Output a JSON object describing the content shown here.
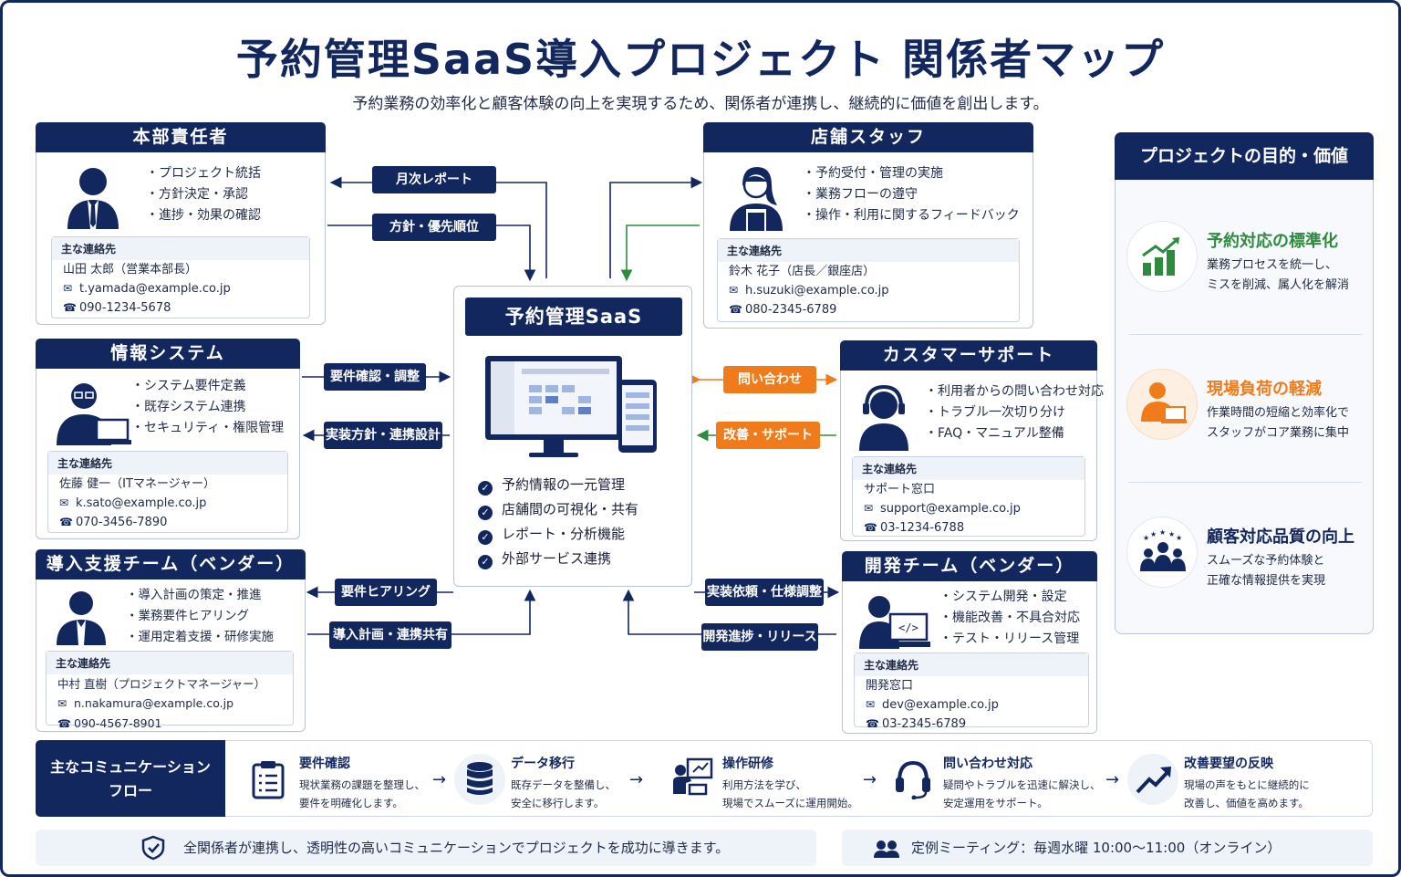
{
  "title": "予約管理SaaS導入プロジェクト 関係者マップ",
  "subtitle": "予約業務の効率化と顧客体験の向上を実現するため、関係者が連携し、継続的に価値を創出します。",
  "contact_heading": "主な連絡先",
  "stakeholders": {
    "hq": {
      "name": "本部責任者",
      "duties": [
        "プロジェクト統括",
        "方針決定・承認",
        "進捗・効果の確認"
      ],
      "contact_name": "山田 太郎（営業本部長）",
      "email": "t.yamada@example.co.jp",
      "phone": "090-1234-5678"
    },
    "store": {
      "name": "店舗スタッフ",
      "duties": [
        "予約受付・管理の実施",
        "業務フローの遵守",
        "操作・利用に関するフィードバック"
      ],
      "contact_name": "鈴木 花子（店長／銀座店）",
      "email": "h.suzuki@example.co.jp",
      "phone": "080-2345-6789"
    },
    "it": {
      "name": "情報システム",
      "duties": [
        "システム要件定義",
        "既存システム連携",
        "セキュリティ・権限管理"
      ],
      "contact_name": "佐藤 健一（ITマネージャー）",
      "email": "k.sato@example.co.jp",
      "phone": "070-3456-7890"
    },
    "support": {
      "name": "カスタマーサポート",
      "duties": [
        "利用者からの問い合わせ対応",
        "トラブル一次切り分け",
        "FAQ・マニュアル整備"
      ],
      "contact_name": "サポート窓口",
      "email": "support@example.co.jp",
      "phone": "03-1234-6788"
    },
    "vendor": {
      "name": "導入支援チーム（ベンダー）",
      "duties": [
        "導入計画の策定・推進",
        "業務要件ヒアリング",
        "運用定着支援・研修実施"
      ],
      "contact_name": "中村 直樹（プロジェクトマネージャー）",
      "email": "n.nakamura@example.co.jp",
      "phone": "090-4567-8901"
    },
    "dev": {
      "name": "開発チーム（ベンダー）",
      "duties": [
        "システム開発・設定",
        "機能改善・不具合対応",
        "テスト・リリース管理"
      ],
      "contact_name": "開発窓口",
      "email": "dev@example.co.jp",
      "phone": "03-2345-6789"
    }
  },
  "links": {
    "monthly_report": "月次レポート",
    "policy_priority": "方針・優先順位",
    "req_confirm": "要件確認・調整",
    "impl_policy": "実装方針・連携設計",
    "inquiry": "問い合わせ",
    "improve_support": "改善・サポート",
    "req_hearing": "要件ヒアリング",
    "plan_share": "導入計画・連携共有",
    "impl_request": "実装依頼・仕様調整",
    "dev_release": "開発進捗・リリース"
  },
  "center": {
    "title": "予約管理SaaS",
    "features": [
      "予約情報の一元管理",
      "店舗間の可視化・共有",
      "レポート・分析機能",
      "外部サービス連携"
    ]
  },
  "purpose": {
    "title": "プロジェクトの目的・価値",
    "items": [
      {
        "title": "予約対応の標準化",
        "desc1": "業務プロセスを統一し、",
        "desc2": "ミスを削減、属人化を解消",
        "color": "#2e8b3e",
        "icon": "growth-chart-icon"
      },
      {
        "title": "現場負荷の軽減",
        "desc1": "作業時間の短縮と効率化で",
        "desc2": "スタッフがコア業務に集中",
        "color": "#f07b1a",
        "icon": "worker-laptop-icon"
      },
      {
        "title": "顧客対応品質の向上",
        "desc1": "スムーズな予約体験と",
        "desc2": "正確な情報提供を実現",
        "color": "#13275f",
        "icon": "customers-stars-icon"
      }
    ]
  },
  "flow": {
    "title_line1": "主なコミュニケーション",
    "title_line2": "フロー",
    "steps": [
      {
        "title": "要件確認",
        "desc1": "現状業務の課題を整理し、",
        "desc2": "要件を明確化します。",
        "icon": "clipboard-icon"
      },
      {
        "title": "データ移行",
        "desc1": "既存データを整備し、",
        "desc2": "安全に移行します。",
        "icon": "database-icon"
      },
      {
        "title": "操作研修",
        "desc1": "利用方法を学び、",
        "desc2": "現場でスムーズに運用開始。",
        "icon": "training-icon"
      },
      {
        "title": "問い合わせ対応",
        "desc1": "疑問やトラブルを迅速に解決し、",
        "desc2": "安定運用をサポート。",
        "icon": "headset-icon"
      },
      {
        "title": "改善要望の反映",
        "desc1": "現場の声をもとに継続的に",
        "desc2": "改善し、価値を高めます。",
        "icon": "trend-up-icon"
      }
    ]
  },
  "footer": {
    "left": "全関係者が連携し、透明性の高いコミュニケーションでプロジェクトを成功に導きます。",
    "right": "定例ミーティング：毎週水曜 10:00〜11:00（オンライン）"
  },
  "colors": {
    "navy": "#13275f",
    "orange": "#f07b1a",
    "green": "#2e8b3e"
  }
}
